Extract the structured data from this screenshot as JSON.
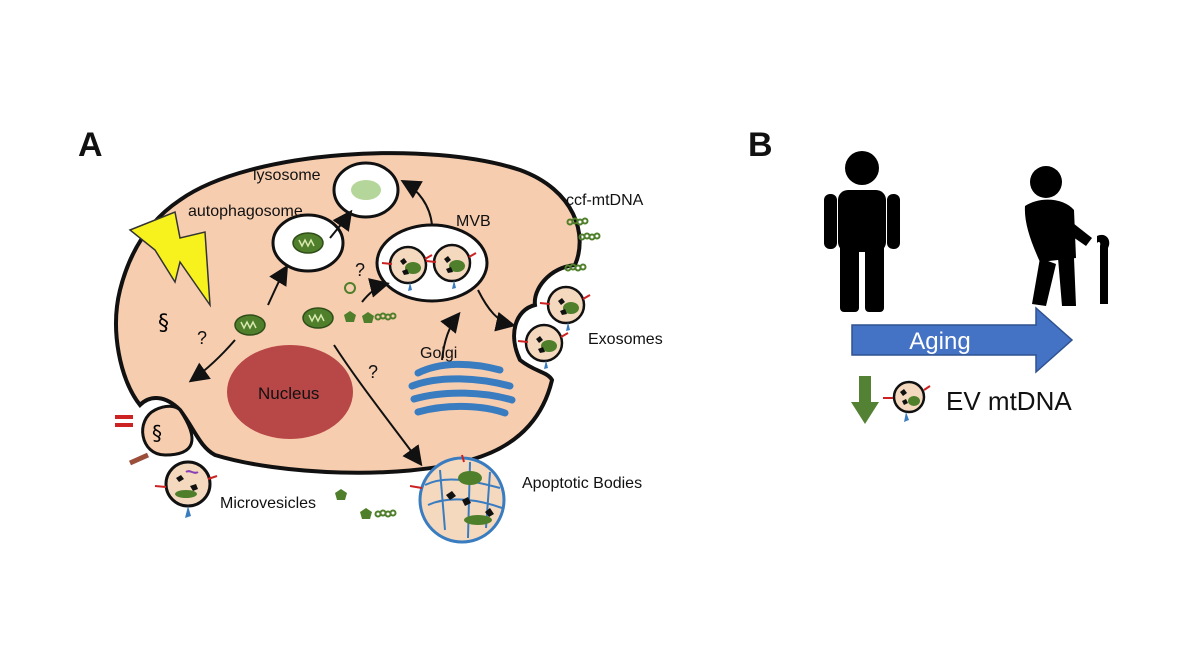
{
  "panel_a": {
    "letter": "A",
    "labels": {
      "lysosome": "lysosome",
      "autophagosome": "autophagosome",
      "mvb": "MVB",
      "ccf_mtdna": "ccf-mtDNA",
      "exosomes": "Exosomes",
      "golgi": "Golgi",
      "nucleus": "Nucleus",
      "microvesicles": "Microvesicles",
      "apoptotic_bodies": "Apoptotic Bodies",
      "question": "?"
    },
    "colors": {
      "cell_fill": "#f7cdb0",
      "nucleus_fill": "#b84747",
      "mito_fill": "#4f7f2b",
      "golgi": "#3a7cc0",
      "lightning": "#f7f21d",
      "vesicle_fill": "#f4d9bf"
    }
  },
  "panel_b": {
    "letter": "B",
    "arrow_label": "Aging",
    "result_label": "EV mtDNA",
    "icons": [
      "adult-person-icon",
      "elderly-person-icon",
      "down-arrow-icon",
      "vesicle-icon"
    ],
    "colors": {
      "aging_arrow": "#4472c4",
      "down_arrow": "#548235",
      "person": "#000000"
    }
  }
}
